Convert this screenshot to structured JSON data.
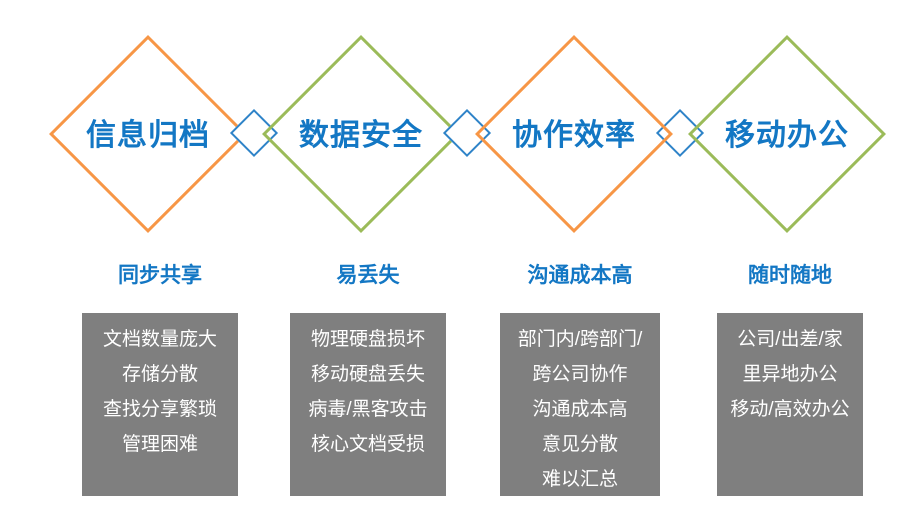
{
  "colors": {
    "orange": "#F79646",
    "green": "#9BBB59",
    "blue_stroke": "#2E83C8",
    "blue_text": "#1377C4",
    "box_bg": "#7F7F7F",
    "box_text": "#FFFFFF",
    "background": "#FFFFFF"
  },
  "diagram": {
    "type": "four-diamond-pain-points",
    "connector_shape": "small-blue-diamond-outline",
    "connector_count": 3
  },
  "columns": [
    {
      "title": "信息归档",
      "diamond_color": "orange",
      "subtitle": "同步共享",
      "items": [
        "文档数量庞大",
        "存储分散",
        "查找分享繁琐",
        "管理困难"
      ]
    },
    {
      "title": "数据安全",
      "diamond_color": "green",
      "subtitle": "易丢失",
      "items": [
        "物理硬盘损坏",
        "移动硬盘丢失",
        "病毒/黑客攻击",
        "核心文档受损"
      ]
    },
    {
      "title": "协作效率",
      "diamond_color": "orange",
      "subtitle": "沟通成本高",
      "items": [
        "部门内/跨部门/",
        "跨公司协作",
        "沟通成本高",
        "意见分散",
        "难以汇总"
      ]
    },
    {
      "title": "移动办公",
      "diamond_color": "green",
      "subtitle": "随时随地",
      "items": [
        "公司/出差/家",
        "里异地办公",
        "移动/高效办公"
      ]
    }
  ]
}
